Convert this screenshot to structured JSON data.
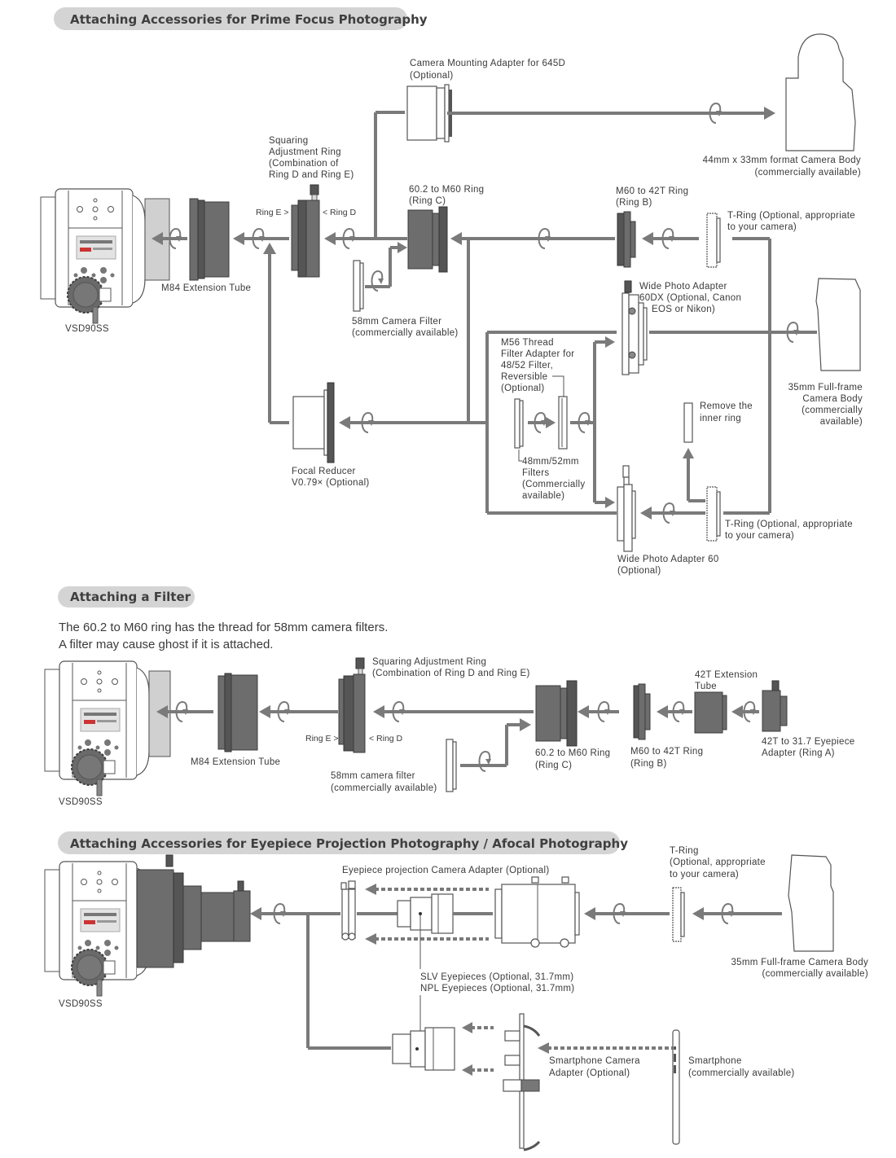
{
  "sections": {
    "prime_focus": {
      "title": "Attaching Accessories for Prime Focus Photography",
      "labels": {
        "telescope": "VSD90SS",
        "m84_tube": "M84 Extension Tube",
        "squaring_ring": [
          "Squaring",
          "Adjustment Ring",
          "(Combination of",
          "Ring D and Ring E)"
        ],
        "ring_e": "Ring E >",
        "ring_d": "< Ring D",
        "camera_adapter_645d": [
          "Camera Mounting Adapter for 645D",
          "(Optional)"
        ],
        "camera_44x33": [
          "44mm x 33mm format Camera Body",
          "(commercially available)"
        ],
        "ring_c": [
          "60.2 to M60 Ring",
          "(Ring C)"
        ],
        "ring_b": [
          "M60 to 42T Ring",
          "(Ring B)"
        ],
        "t_ring_top": [
          "T-Ring (Optional, appropriate",
          "to your camera)"
        ],
        "filter_58": [
          "58mm Camera Filter",
          "(commercially available)"
        ],
        "wide_60dx": [
          "Wide Photo Adapter",
          "60DX (Optional, Canon",
          "EOS or Nikon)"
        ],
        "camera_35_full": [
          "35mm Full-frame",
          "Camera Body",
          "(commercially",
          "available)"
        ],
        "m56_adapter": [
          "M56 Thread",
          "Filter Adapter for",
          "48/52 Filter,",
          "Reversible",
          "(Optional)"
        ],
        "filters_48_52": [
          "48mm/52mm",
          "Filters",
          "(Commercially",
          "available)"
        ],
        "remove_inner": [
          "Remove the",
          "inner ring"
        ],
        "focal_reducer": [
          "Focal Reducer",
          "V0.79× (Optional)"
        ],
        "t_ring_bottom": [
          "T-Ring (Optional, appropriate",
          "to your camera)"
        ],
        "wide_60": [
          "Wide Photo Adapter 60",
          "(Optional)"
        ]
      }
    },
    "filter": {
      "title": "Attaching a Filter",
      "note": [
        "The 60.2 to M60 ring has the thread for 58mm camera filters.",
        "A filter may cause ghost if it is attached."
      ],
      "labels": {
        "telescope": "VSD90SS",
        "m84_tube": "M84 Extension Tube",
        "squaring_ring": [
          "Squaring Adjustment Ring",
          "(Combination of Ring D and Ring E)"
        ],
        "ring_e": "Ring E >",
        "ring_d": "< Ring D",
        "filter_58": [
          "58mm camera filter",
          "(commercially available)"
        ],
        "ring_c": [
          "60.2 to M60 Ring",
          "(Ring C)"
        ],
        "ring_b": [
          "M60 to 42T Ring",
          "(Ring B)"
        ],
        "ext_42t": [
          "42T Extension",
          "Tube"
        ],
        "ring_a": [
          "42T to 31.7 Eyepiece",
          "Adapter (Ring A)"
        ]
      }
    },
    "eyepiece": {
      "title": "Attaching Accessories for Eyepiece Projection Photography / Afocal Photography",
      "labels": {
        "telescope": "VSD90SS",
        "ep_adapter": "Eyepiece projection Camera Adapter (Optional)",
        "t_ring": [
          "T-Ring",
          "(Optional, appropriate",
          "to your camera)"
        ],
        "camera_35_full": [
          "35mm Full-frame Camera Body",
          "(commercially available)"
        ],
        "eyepieces": [
          "SLV Eyepieces (Optional, 31.7mm)",
          "NPL Eyepieces (Optional, 31.7mm)"
        ],
        "smartphone_adapter": [
          "Smartphone Camera",
          "Adapter (Optional)"
        ],
        "smartphone": [
          "Smartphone",
          "(commercially available)"
        ]
      }
    }
  },
  "colors": {
    "pill": "#d4d4d4",
    "line": "#7a7a7a",
    "part_dark": "#6d6d6d",
    "text": "#3a3a3a"
  }
}
